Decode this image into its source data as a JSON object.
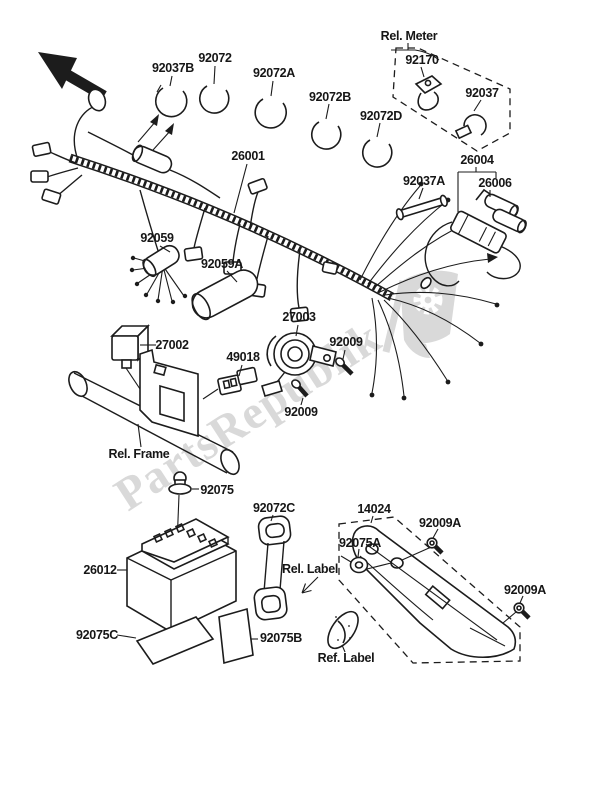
{
  "title": "Chassis electrical equipment parts diagram",
  "colors": {
    "background": "#ffffff",
    "line": "#1c1c1c",
    "watermark": "#bfbfbf"
  },
  "icons": {
    "direction_arrow": "arrow-up-left",
    "watermark_logo": "flag-with-gear"
  },
  "watermark": {
    "text": "PartsRepublik"
  },
  "labels": [
    "92037B",
    "92072",
    "92072A",
    "92072B",
    "92072D",
    "Rel. Meter",
    "92170",
    "92037",
    "26001",
    "26004",
    "92037A",
    "26006",
    "92059",
    "92059A",
    "27002",
    "27003",
    "92009",
    "49018",
    "92009",
    "Rel. Frame",
    "92075",
    "26012",
    "92072C",
    "Rel. Label",
    "14024",
    "92009A",
    "92075A",
    "92009A",
    "92075B",
    "92075C",
    "Ref. Label"
  ]
}
